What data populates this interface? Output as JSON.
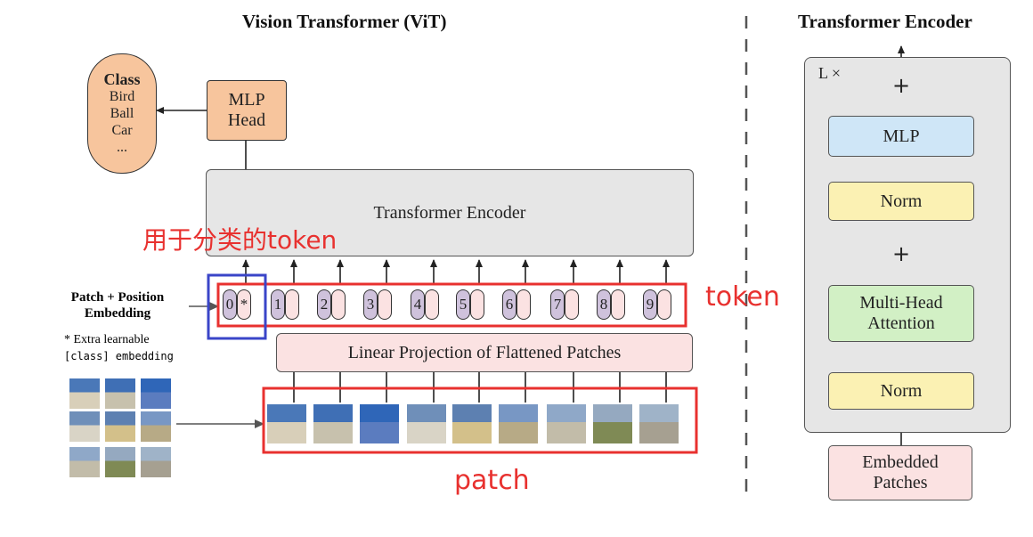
{
  "left_title": "Vision Transformer (ViT)",
  "right_title": "Transformer Encoder",
  "class_box": {
    "title": "Class",
    "items": [
      "Bird",
      "Ball",
      "Car",
      "..."
    ]
  },
  "mlp_head": {
    "line1": "MLP",
    "line2": "Head"
  },
  "transformer_encoder_label": "Transformer Encoder",
  "annotation_cls_token": "用于分类的token",
  "annotation_token": "token",
  "annotation_patch": "patch",
  "patch_position_embedding": {
    "line1": "Patch + Position",
    "line2": "Embedding"
  },
  "extra_learnable": {
    "line1": "* Extra learnable",
    "line2": "[class] embedding"
  },
  "linear_projection": "Linear Projection of Flattened Patches",
  "tokens": [
    "0",
    "1",
    "2",
    "3",
    "4",
    "5",
    "6",
    "7",
    "8",
    "9"
  ],
  "cls_marker": "*",
  "encoder_block": {
    "repeat": "L ×",
    "plus": "+",
    "mlp": "MLP",
    "norm_top": "Norm",
    "mha_line1": "Multi-Head",
    "mha_line2": "Attention",
    "norm_bottom": "Norm",
    "embedded_line1": "Embedded",
    "embedded_line2": "Patches"
  },
  "colors": {
    "class_box": "#f7c59d",
    "mlp_head": "#f7c59d",
    "encoder": "#e6e6e6",
    "linear_projection": "#fbe2e2",
    "position_token": "#cfc2dc",
    "embedding_token": "#fbe2e2",
    "mlp_block": "#cfe6f7",
    "norm_block": "#fbf1b3",
    "attention_block": "#d2f0c5",
    "embedded_patches": "#fbe2e2",
    "annotation_red": "#e8312f",
    "annotation_blue": "#3a45c8"
  }
}
